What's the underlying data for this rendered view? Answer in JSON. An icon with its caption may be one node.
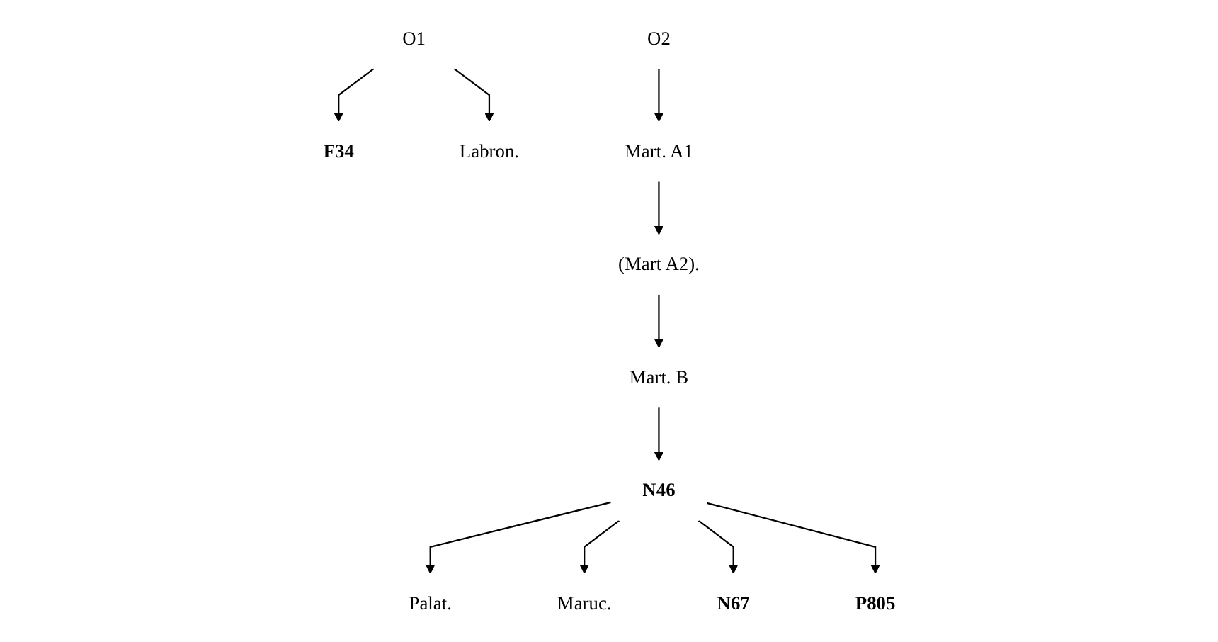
{
  "diagram": {
    "nodes": [
      {
        "text": [
          "O1"
        ]
      },
      {
        "text": [
          "F34"
        ]
      },
      {
        "text": [
          "Labron."
        ]
      },
      {
        "text": [
          "O2"
        ]
      },
      {
        "text": [
          "Mart. A1"
        ]
      },
      {
        "text": [
          "(Mart A2)."
        ]
      },
      {
        "text": [
          "Mart. B"
        ]
      },
      {
        "text": [
          "N46"
        ]
      },
      {
        "text": [
          "Palat."
        ]
      },
      {
        "text": [
          "Maruc."
        ]
      },
      {
        "text": [
          "N67"
        ]
      },
      {
        "text": [
          "P805"
        ]
      }
    ],
    "edges": [
      {
        "from": 0,
        "to": 1,
        "arrow": "to"
      },
      {
        "from": 0,
        "to": 2,
        "arrow": "to"
      },
      {
        "from": 3,
        "to": 4,
        "arrow": "to"
      },
      {
        "from": 4,
        "to": 5,
        "arrow": "to"
      },
      {
        "from": 5,
        "to": 6,
        "arrow": "to"
      },
      {
        "from": 6,
        "to": 7,
        "arrow": "to"
      },
      {
        "from": 7,
        "to": 8,
        "arrow": "to"
      },
      {
        "from": 7,
        "to": 9,
        "arrow": "to"
      },
      {
        "from": 7,
        "to": 10,
        "arrow": "to"
      },
      {
        "from": 7,
        "to": 11,
        "arrow": "to"
      }
    ]
  }
}
